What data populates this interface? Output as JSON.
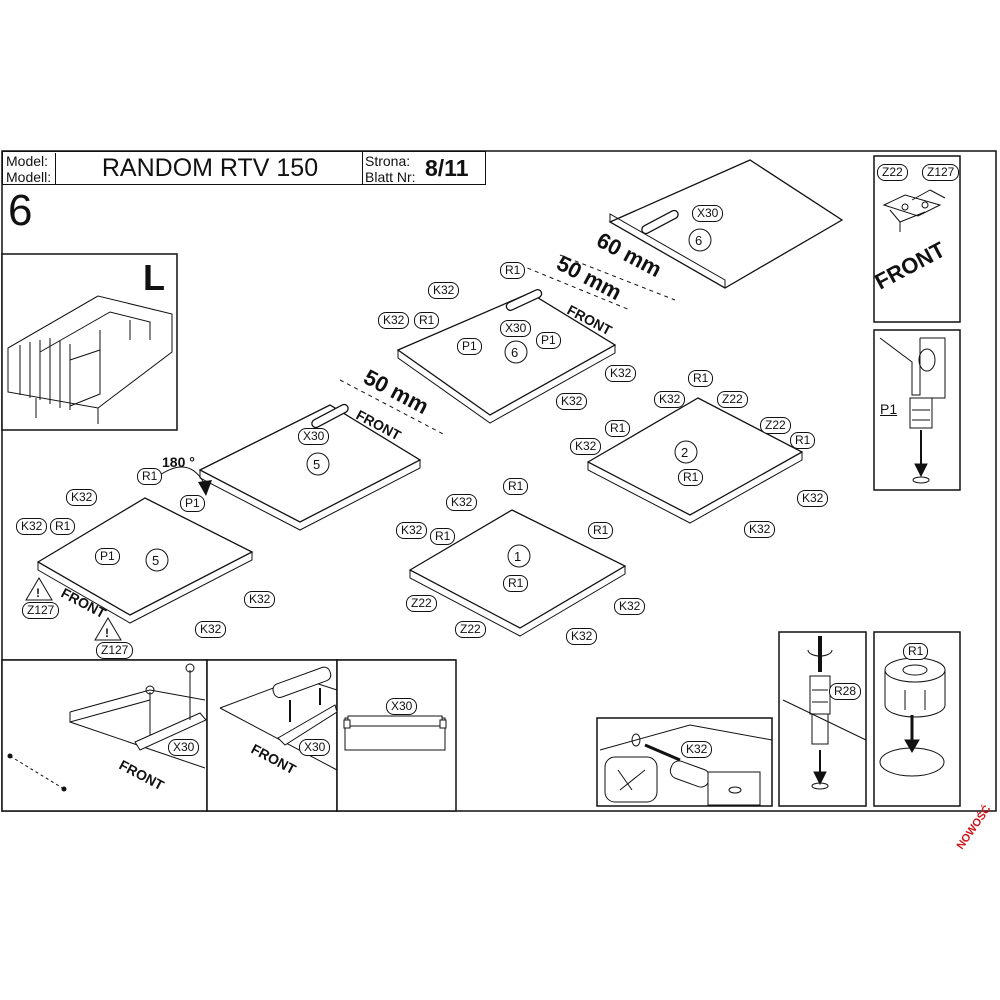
{
  "header": {
    "model_label_1": "Model:",
    "model_label_2": "Modell:",
    "model_name": "RANDOM RTV 150",
    "page_label_1": "Strona:",
    "page_label_2": "Blatt Nr:",
    "page_number": "8/11",
    "step_number": "6"
  },
  "overview": {
    "side_letter": "L"
  },
  "spacing": {
    "a": "60 mm",
    "b": "50 mm",
    "c": "50 mm"
  },
  "front_text": "FRONT",
  "rotation": "180 °",
  "brand_stamp": "NOWOŚĆ",
  "parts": {
    "k32": "K32",
    "r1": "R1",
    "p1": "P1",
    "x30": "X30",
    "z22": "Z22",
    "z127": "Z127",
    "r28": "R28"
  },
  "panel_numbers": {
    "p1": "1",
    "p2": "2",
    "p5": "5",
    "p6": "6"
  }
}
